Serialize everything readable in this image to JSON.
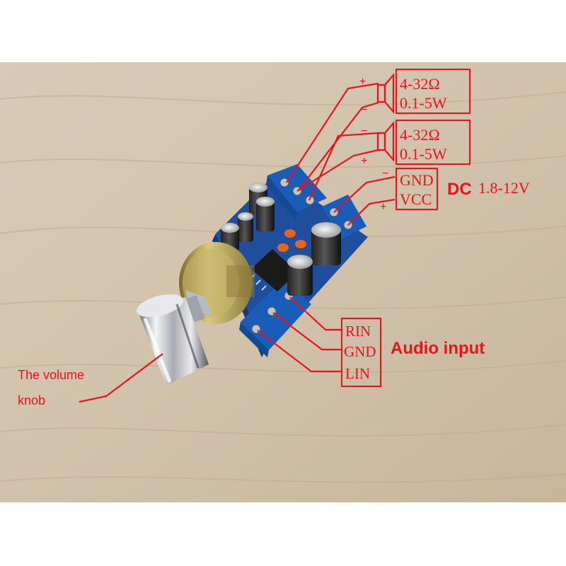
{
  "speaker_1": {
    "spec_impedance": "4-32Ω",
    "spec_power": "0.1-5W",
    "plus": "+",
    "minus": "−"
  },
  "speaker_2": {
    "spec_impedance": "4-32Ω",
    "spec_power": "0.1-5W",
    "plus": "+",
    "minus": "−"
  },
  "power": {
    "gnd": "GND",
    "vcc": "VCC",
    "plus": "+",
    "minus": "−",
    "dc_prefix": "DC",
    "dc_range": "1.8-12V"
  },
  "audio_input": {
    "rin": "RIN",
    "gnd": "GND",
    "lin": "LIN",
    "caption": "Audio input"
  },
  "volume": {
    "line1": "The volume",
    "line2": "knob"
  },
  "colors": {
    "annotation": "#e8141b",
    "board": "#1f4f9c",
    "terminal": "#1a5db8",
    "floor": "#d3c3ad"
  }
}
